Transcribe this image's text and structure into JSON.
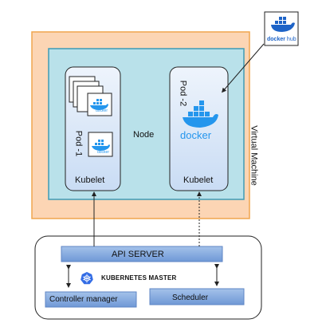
{
  "labels": {
    "virtual_machine": "Virtual Machine",
    "node": "Node",
    "pod1": "Pod -1",
    "pod2": "Pod -2",
    "kubelet": "Kubelet",
    "api_server": "API SERVER",
    "kubernetes_master": "KUBERNETES MASTER",
    "controller_manager": "Controller manager",
    "scheduler": "Scheduler",
    "docker": "docker",
    "docker_hub_brand": "docker",
    "docker_hub_suffix": "hub"
  },
  "colors": {
    "vm_fill": "#fcd5b4",
    "vm_border": "#f0a54e",
    "node_fill": "#b9e1ea",
    "node_border": "#3f9bb5",
    "kubelet_fill": "#dbe8f8",
    "api_fill": "#7ea6dd",
    "docker_blue": "#2496ed",
    "k8s_blue": "#326ce5"
  },
  "icons": [
    "docker-whale-icon",
    "docker-hub-icon",
    "kubernetes-helm-icon",
    "document-stack-icon",
    "bidirectional-arrow-icon"
  ]
}
